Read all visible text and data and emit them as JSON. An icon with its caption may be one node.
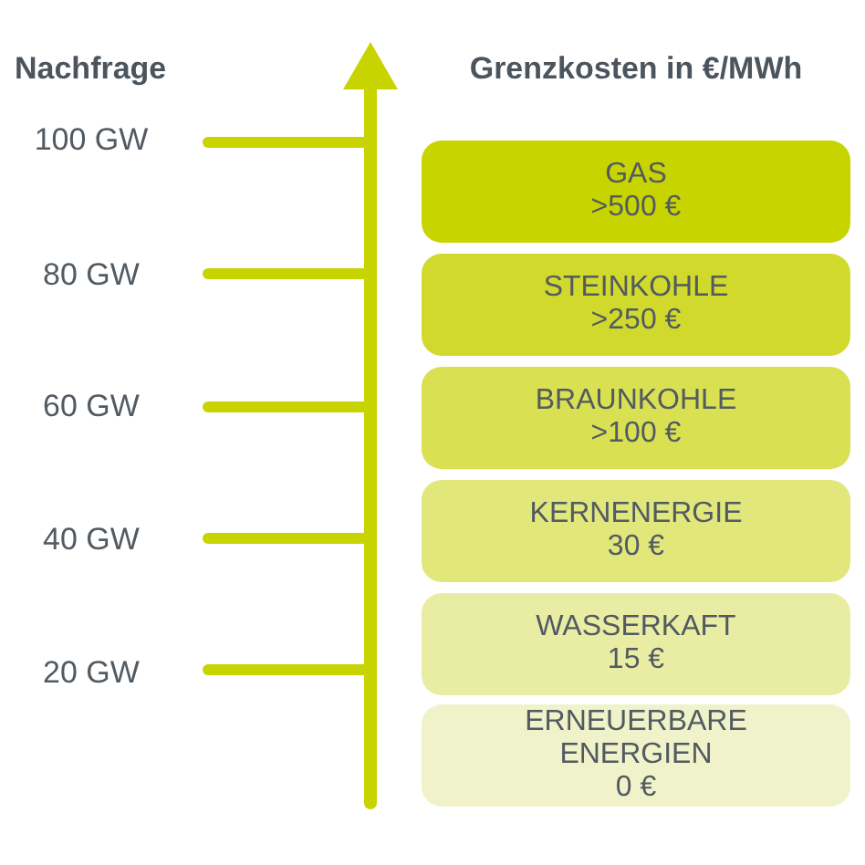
{
  "diagram": {
    "nodes": [
      {
        "text": [
          "GAS",
          ">500 €"
        ]
      },
      {
        "text": [
          "STEINKOHLE",
          ">250 €"
        ]
      },
      {
        "text": [
          "BRAUNKOHLE",
          ">100 €"
        ]
      },
      {
        "text": [
          "KERNENERGIE",
          "30 €"
        ]
      },
      {
        "text": [
          "WASSERKAFT",
          "15 €"
        ]
      },
      {
        "text": [
          "ERNEUERBARE ENERGIEN",
          "0 €"
        ]
      }
    ],
    "labels": [
      "Nachfrage",
      "Grenzkosten in €/MWh",
      "100 GW",
      "80 GW",
      "60 GW",
      "40 GW",
      "20 GW"
    ]
  }
}
